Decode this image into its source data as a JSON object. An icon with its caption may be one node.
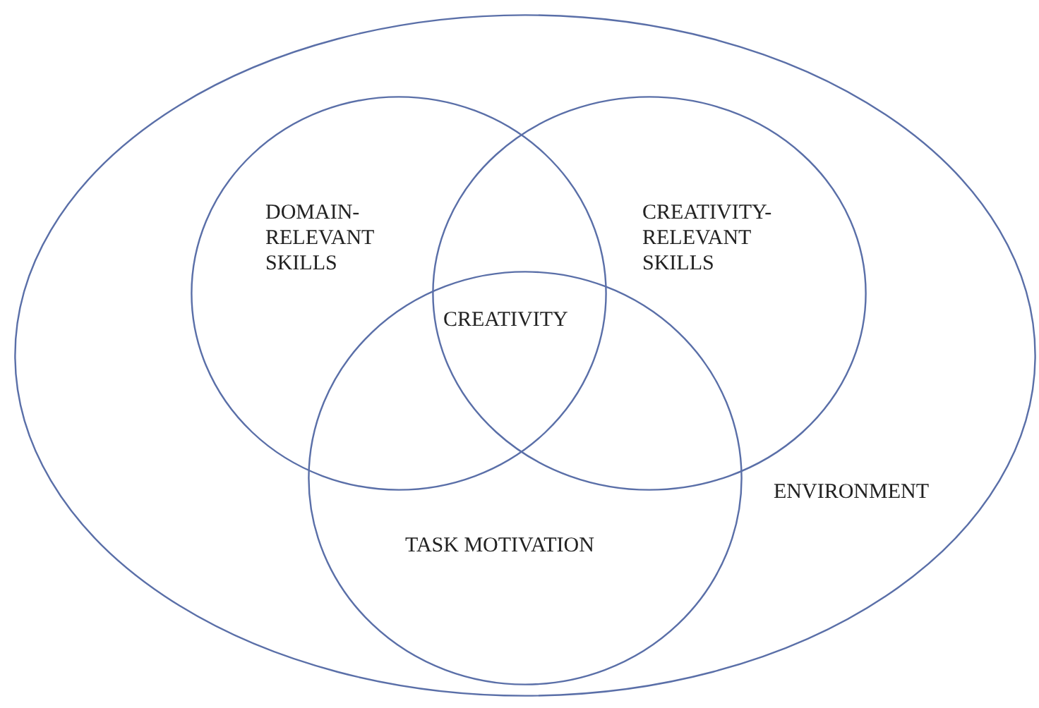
{
  "diagram": {
    "nodes": [
      {
        "text": [
          "ENVIRONMENT"
        ]
      },
      {
        "text": [
          "DOMAIN-RELEVANT SKILLS"
        ],
        "in": 0
      },
      {
        "text": [
          "CREATIVITY-RELEVANT SKILLS"
        ],
        "in": 0
      },
      {
        "text": [
          "TASK MOTIVATION"
        ],
        "in": 0
      }
    ],
    "edges": [],
    "labels": [
      "CREATIVITY"
    ]
  }
}
